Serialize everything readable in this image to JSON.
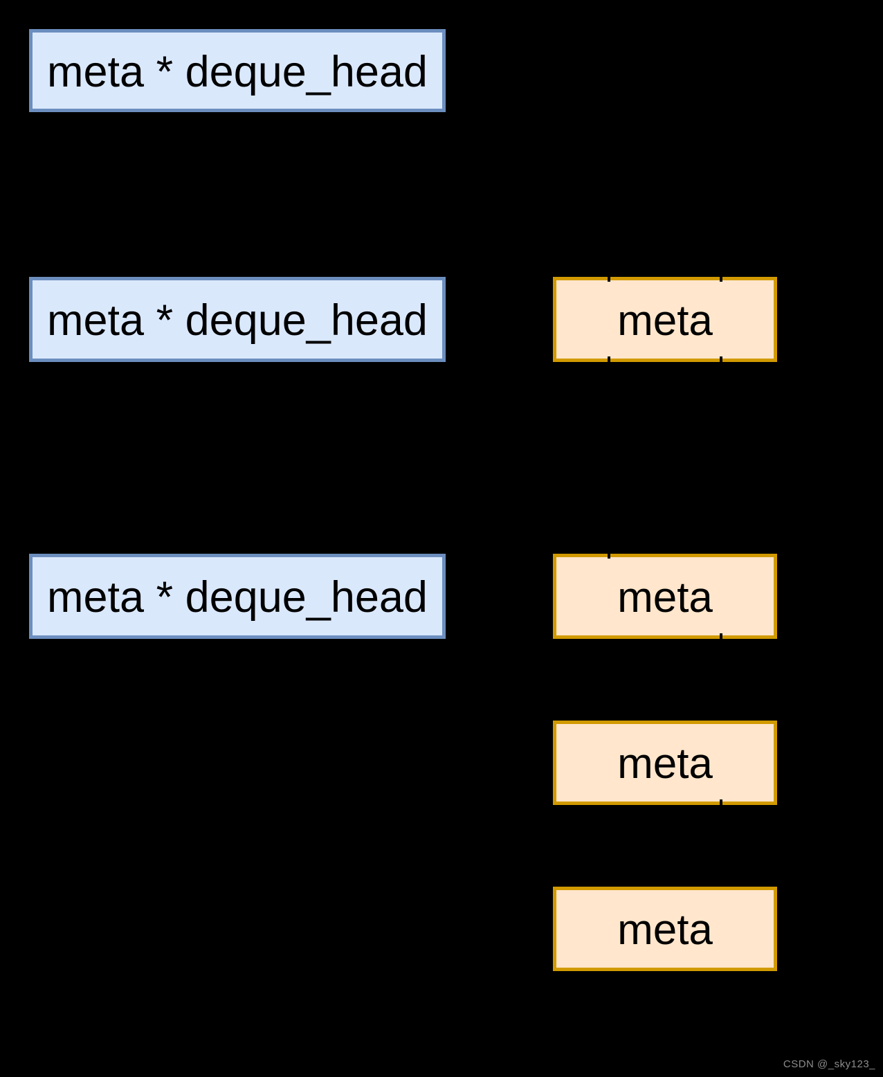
{
  "page": {
    "background": "#000000"
  },
  "colors": {
    "pointer_fill": "#dae8fc",
    "pointer_border": "#6c8ebf",
    "meta_fill": "#ffe6cc",
    "meta_border": "#d19a00",
    "label_text": "#000000",
    "watermark_text": "#8c8c8c"
  },
  "diagram": {
    "pointer_boxes": [
      {
        "label": "meta * deque_head"
      },
      {
        "label": "meta * deque_head"
      },
      {
        "label": "meta * deque_head"
      }
    ],
    "meta_boxes": [
      {
        "label": "meta"
      },
      {
        "label": "meta"
      },
      {
        "label": "meta"
      },
      {
        "label": "meta"
      }
    ]
  },
  "watermark": {
    "text": "CSDN @_sky123_"
  }
}
